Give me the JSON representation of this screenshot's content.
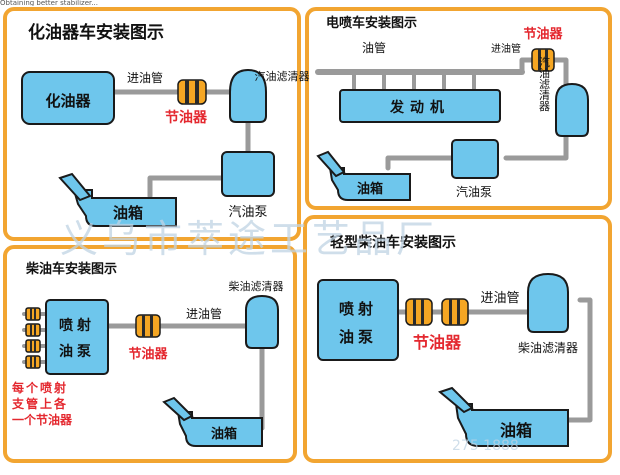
{
  "top_strip": "Obtaining better stabilizer...",
  "colors": {
    "frame": "#f2a531",
    "box_fill": "#6ec6ec",
    "box_stroke": "#1a1a1a",
    "pipe": "#9a9a9a",
    "saver_fill": "#f5a623",
    "red_text": "#e4282f",
    "watermark": "#c0d4e4"
  },
  "watermark": {
    "text": "义乌市萃途工艺品厂",
    "phone": "275 1888"
  },
  "panel_carb": {
    "title": "化油器车安装图示",
    "carburetor": "化油器",
    "inlet_pipe": "进油管",
    "fuel_saver": "节油器",
    "fuel_filter": "汽油滤清器",
    "fuel_pump": "汽油泵",
    "fuel_tank": "油箱"
  },
  "panel_efi": {
    "title": "电喷车安装图示",
    "fuel_rail": "油管",
    "inlet_pipe": "进油管",
    "fuel_saver": "节油器",
    "engine": "发动机",
    "fuel_filter": "汽油滤清器",
    "fuel_pump": "汽油泵",
    "fuel_tank": "油箱"
  },
  "panel_diesel": {
    "title": "柴油车安装图示",
    "injection_pump_line1": "喷射",
    "injection_pump_line2": "油泵",
    "fuel_saver": "节油器",
    "inlet_pipe": "进油管",
    "diesel_filter": "柴油滤清器",
    "fuel_tank": "油箱",
    "note_line1": "每个喷射",
    "note_line2": "支管上各",
    "note_line3": "一个节油器"
  },
  "panel_light_diesel": {
    "title": "轻型柴油车安装图示",
    "injection_pump_line1": "喷射",
    "injection_pump_line2": "油泵",
    "inlet_pipe": "进油管",
    "fuel_saver": "节油器",
    "diesel_filter": "柴油滤清器",
    "fuel_tank": "油箱"
  }
}
